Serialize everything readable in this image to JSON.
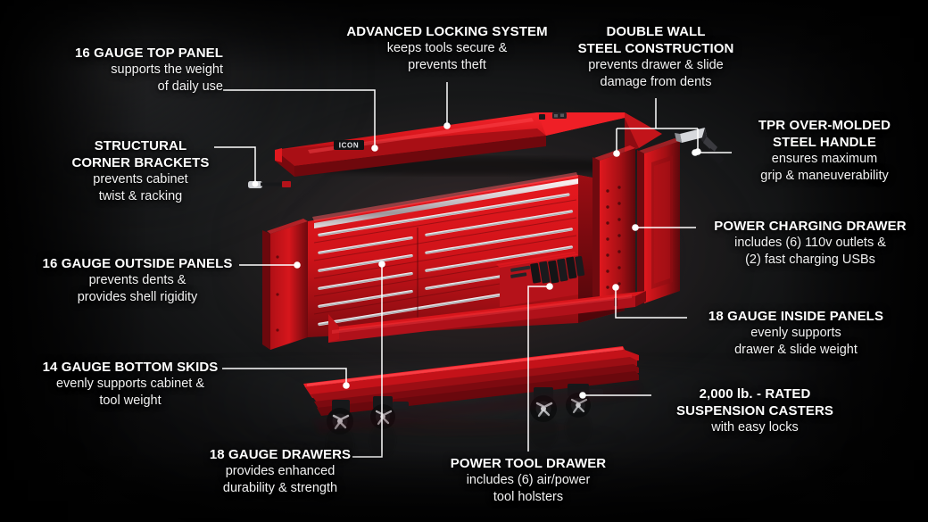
{
  "graphic": {
    "type": "exploded-view product infographic",
    "subject": "ICON 72 in. double-bank roller tool cabinet / workbench",
    "brand_logo_text": "ICON",
    "background_color": "#0a0a0b",
    "product_color": "#d8161c",
    "leader_line_color": "#ffffff",
    "text_color": "#ffffff"
  },
  "callouts": [
    {
      "id": "top-panel",
      "headline": "16 GAUGE TOP PANEL",
      "body": [
        "supports the weight",
        "of daily use"
      ],
      "align": "right"
    },
    {
      "id": "locking-system",
      "headline": "ADVANCED LOCKING SYSTEM",
      "body": [
        "keeps tools secure &",
        "prevents theft"
      ],
      "align": "center"
    },
    {
      "id": "double-wall",
      "headline_lines": [
        "DOUBLE WALL",
        "STEEL CONSTRUCTION"
      ],
      "body": [
        "prevents drawer & slide",
        "damage from dents"
      ],
      "align": "center"
    },
    {
      "id": "tpr-handle",
      "headline_lines": [
        "TPR OVER-MOLDED",
        "STEEL HANDLE"
      ],
      "body": [
        "ensures maximum",
        "grip & maneuverability"
      ],
      "align": "center"
    },
    {
      "id": "corner-brackets",
      "headline_lines": [
        "STRUCTURAL",
        "CORNER BRACKETS"
      ],
      "body": [
        "prevents cabinet",
        "twist & racking"
      ],
      "align": "right"
    },
    {
      "id": "power-charging-drawer",
      "headline": "POWER CHARGING DRAWER",
      "body": [
        "includes (6) 110v outlets &",
        "(2) fast charging USBs"
      ],
      "align": "center"
    },
    {
      "id": "outside-panels",
      "headline": "16 GAUGE OUTSIDE PANELS",
      "body": [
        "prevents dents &",
        "provides shell rigidity"
      ],
      "align": "center"
    },
    {
      "id": "inside-panels",
      "headline": "18 GAUGE INSIDE PANELS",
      "body": [
        "evenly supports",
        "drawer & slide weight"
      ],
      "align": "center"
    },
    {
      "id": "bottom-skids",
      "headline": "14 GAUGE BOTTOM SKIDS",
      "body": [
        "evenly supports cabinet &",
        "tool weight"
      ],
      "align": "center"
    },
    {
      "id": "suspension-casters",
      "headline_lines": [
        "2,000 lb. - RATED",
        "SUSPENSION CASTERS"
      ],
      "body": [
        "with easy locks"
      ],
      "align": "center"
    },
    {
      "id": "drawers",
      "headline": "18 GAUGE DRAWERS",
      "body": [
        "provides enhanced",
        "durability & strength"
      ],
      "align": "center"
    },
    {
      "id": "power-tool-drawer",
      "headline": "POWER TOOL DRAWER",
      "body": [
        "includes (6) air/power",
        "tool holsters"
      ],
      "align": "center"
    }
  ]
}
